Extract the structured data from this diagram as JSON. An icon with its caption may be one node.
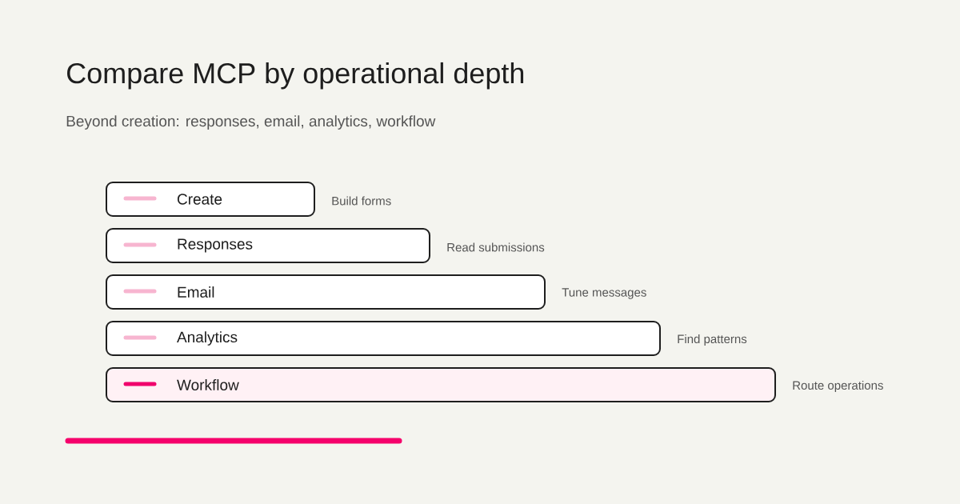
{
  "diagram": {
    "title": "Compare MCP by operational depth",
    "nodes": [
      {
        "text": [
          "Create"
        ],
        "beside": [
          "Build forms"
        ]
      },
      {
        "text": [
          "Responses"
        ],
        "beside": [
          "Read submissions"
        ]
      },
      {
        "text": [
          "Email"
        ],
        "beside": [
          "Tune messages"
        ]
      },
      {
        "text": [
          "Analytics"
        ],
        "beside": [
          "Find patterns"
        ]
      },
      {
        "text": [
          "Workflow"
        ],
        "beside": [
          "Route operations"
        ]
      }
    ],
    "labels": [
      "Beyond creation: responses, email, analytics, workflow"
    ]
  }
}
